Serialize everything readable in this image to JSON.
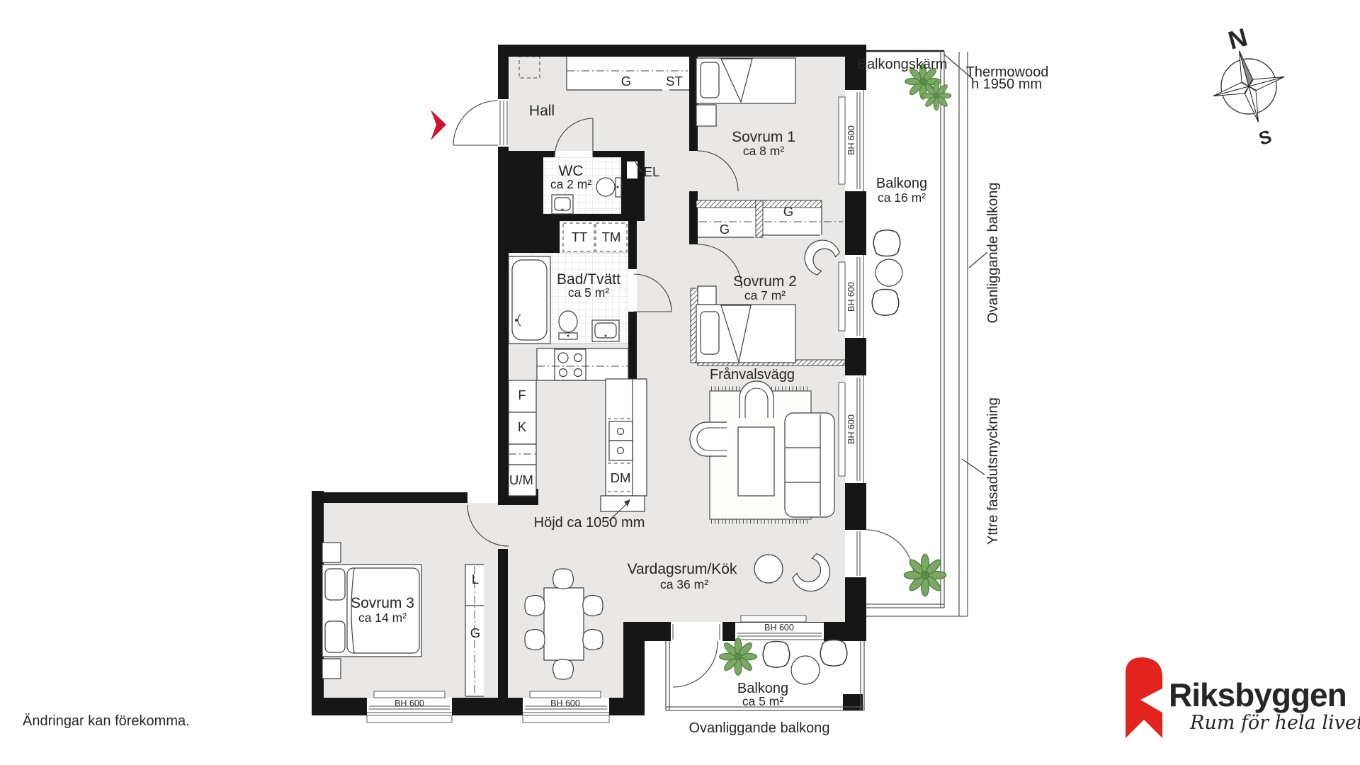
{
  "colors": {
    "accent_red": "#cf1430",
    "logo_red": "#e2231e",
    "wall_black": "#161616",
    "floor_gray": "#e9e8e6",
    "plant_green": "#7ba862"
  },
  "rooms": {
    "hall": {
      "name": "Hall"
    },
    "wc": {
      "name": "WC",
      "area": "ca 2 m²"
    },
    "bad_tvatt": {
      "name": "Bad/Tvätt",
      "area": "ca 5 m²"
    },
    "sovrum1": {
      "name": "Sovrum 1",
      "area": "ca 8 m²"
    },
    "sovrum2": {
      "name": "Sovrum 2",
      "area": "ca 7 m²"
    },
    "sovrum3": {
      "name": "Sovrum 3",
      "area": "ca 14 m²"
    },
    "vardagsrum": {
      "name": "Vardagsrum/Kök",
      "area": "ca 36 m²"
    },
    "balkong_stor": {
      "name": "Balkong",
      "area": "ca 16 m²"
    },
    "balkong_liten": {
      "name": "Balkong",
      "area": "ca 5 m²"
    }
  },
  "fixtures": {
    "g": "G",
    "st": "ST",
    "el": "EL",
    "tt": "TT",
    "tm": "TM",
    "f": "F",
    "k": "K",
    "um": "U/M",
    "dm": "DM",
    "l": "L"
  },
  "windows": {
    "bh600": "BH 600"
  },
  "annotations": {
    "franvalsvagg": "Frånvalsvägg",
    "hojd": "Höjd ca 1050 mm",
    "balkongskarm": "Balkongskärm",
    "thermowood_1": "Thermowood",
    "thermowood_2": "h 1950 mm",
    "ovanliggande_right": "Ovanliggande balkong",
    "yttre_fasad": "Yttre fasadutsmyckning",
    "ovanliggande_bottom": "Ovanliggande balkong"
  },
  "compass": {
    "north": "N",
    "south": "S"
  },
  "footer": {
    "disclaimer": "Ändringar kan förekomma."
  },
  "logo": {
    "brand": "Riksbyggen",
    "tagline": "Rum för hela livet"
  }
}
